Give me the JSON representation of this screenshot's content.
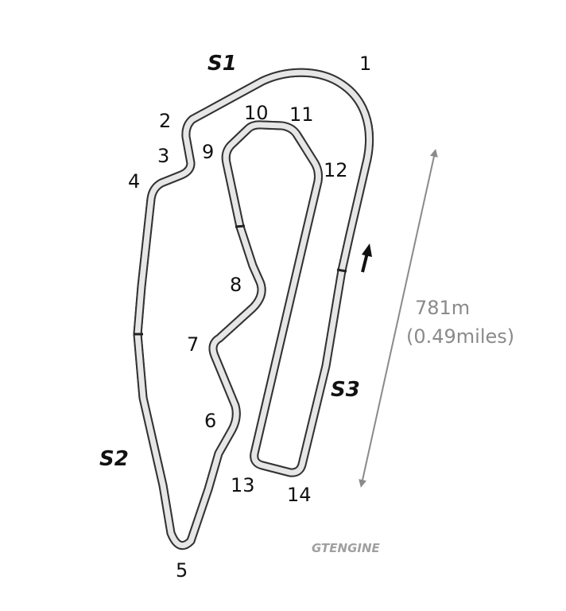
{
  "track": {
    "corners": [
      "1",
      "2",
      "3",
      "4",
      "5",
      "6",
      "7",
      "8",
      "9",
      "10",
      "11",
      "12",
      "13",
      "14"
    ],
    "sectors": [
      "S1",
      "S2",
      "S3"
    ],
    "length_m": "781m",
    "length_miles": "(0.49miles)",
    "direction_icon": "arrow-up-icon"
  },
  "logo": {
    "text": "GTENGINE"
  },
  "colors": {
    "track_fill": "#e6e6e6",
    "track_edge": "#333333",
    "annotation": "#8a8a8a"
  }
}
